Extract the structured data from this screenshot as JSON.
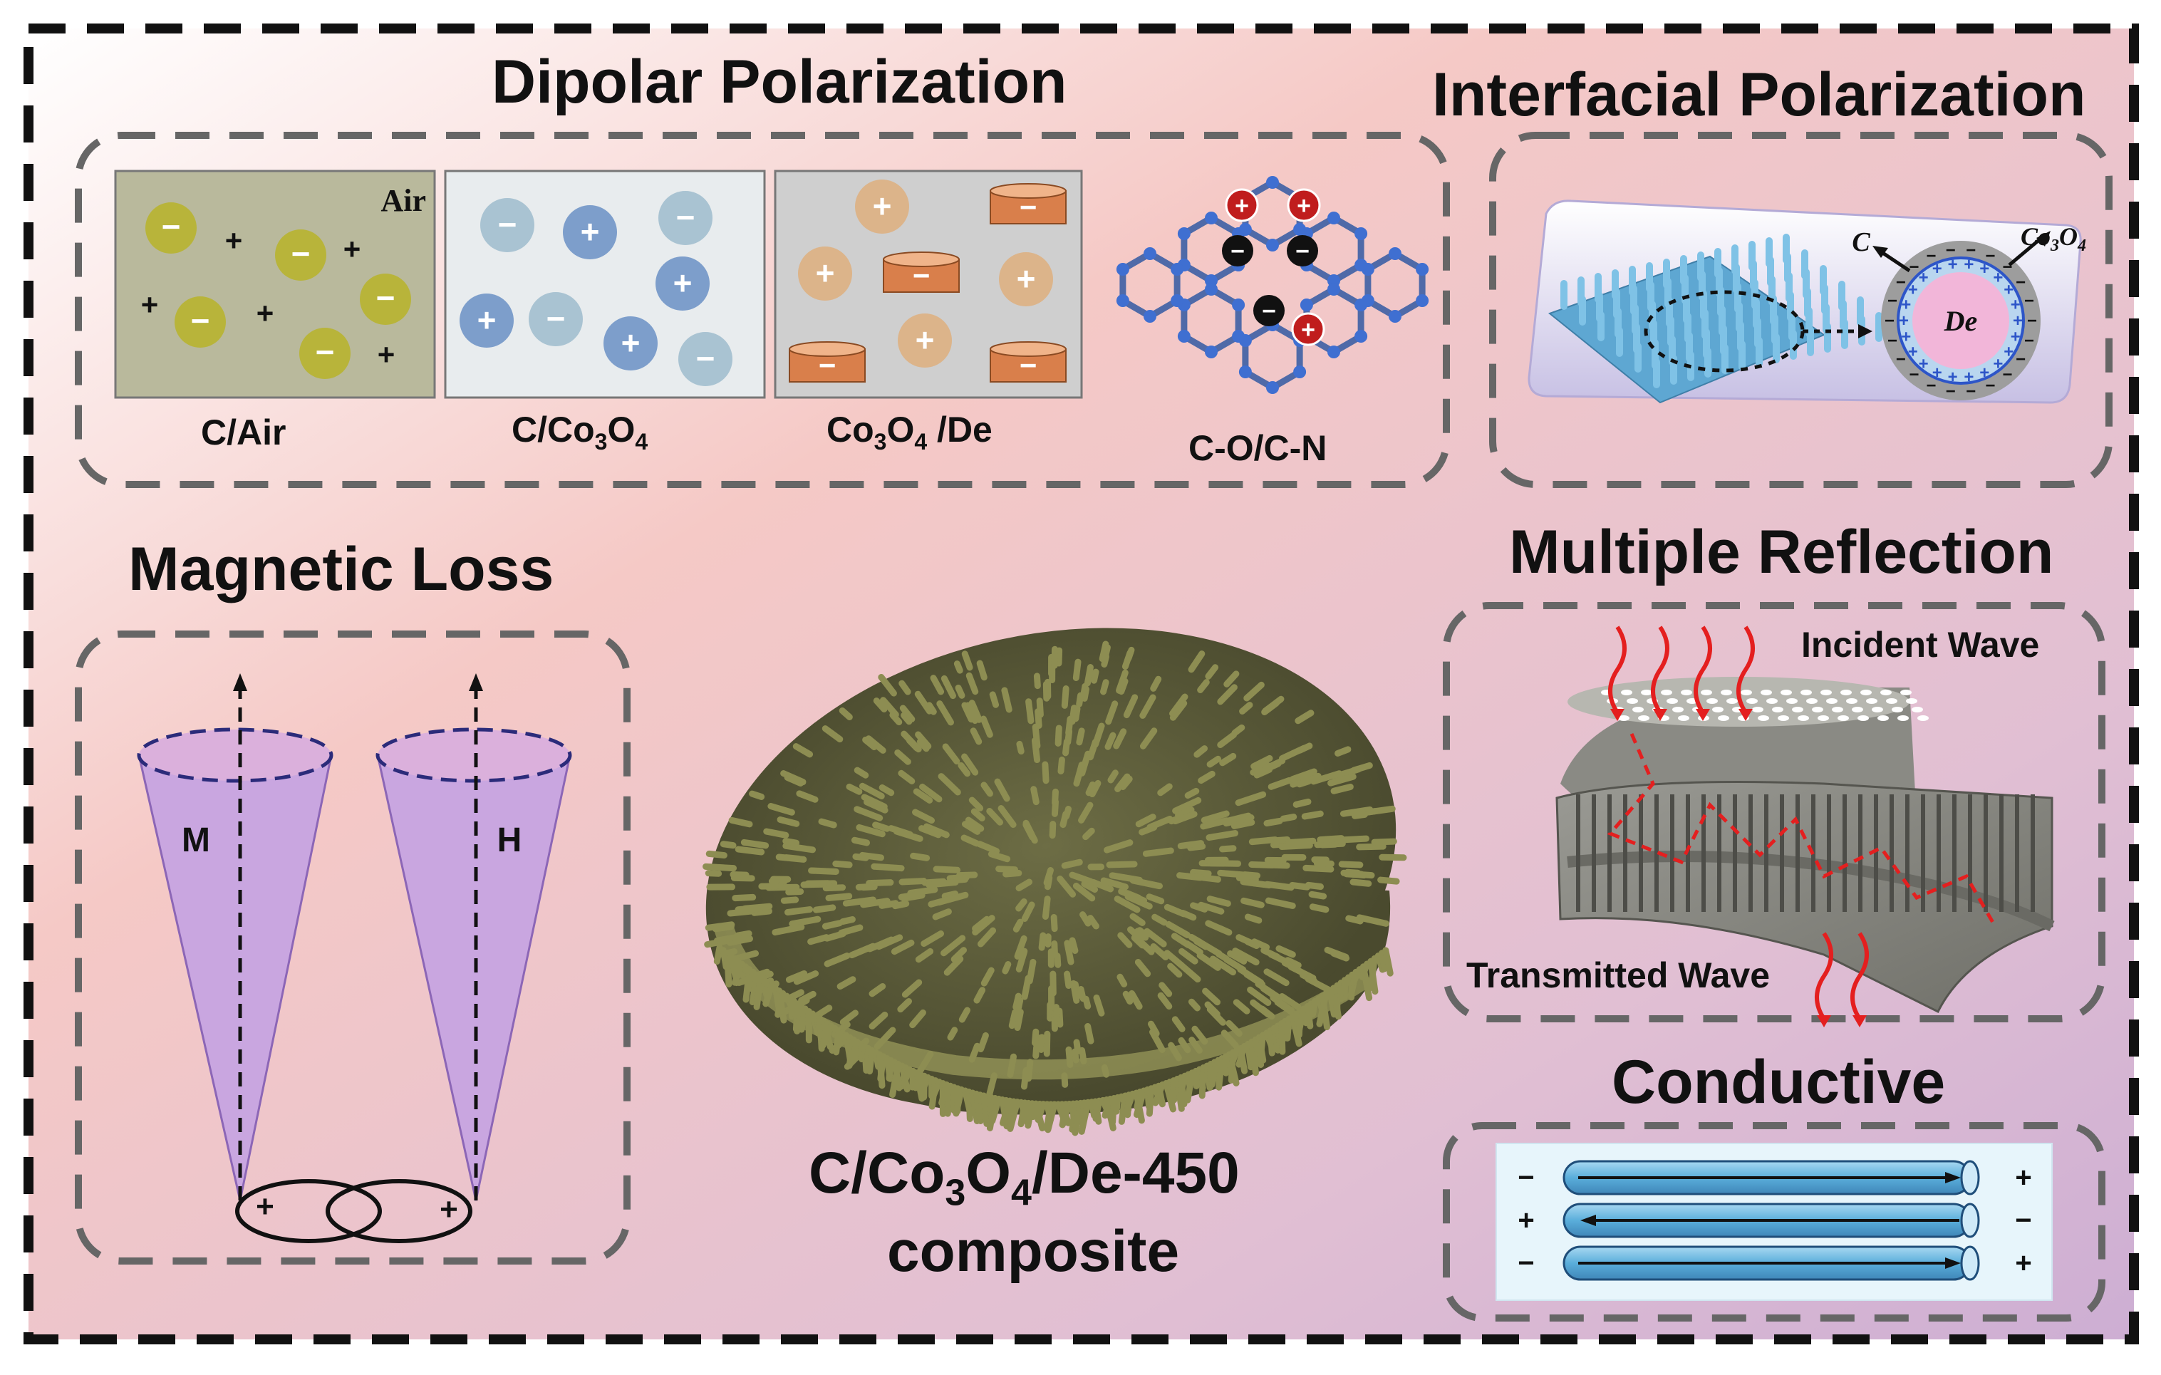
{
  "sections": {
    "dipolar": {
      "title": "Dipolar Polarization",
      "panels": [
        {
          "label": "C/Air",
          "corner_text": "Air"
        },
        {
          "label_main": "C/Co",
          "sub1": "3",
          "mid": "O",
          "sub2": "4"
        },
        {
          "label_main": "Co",
          "sub1": "3",
          "mid": "O",
          "sub2": "4",
          "tail": " /De"
        },
        {
          "label": "C-O/C-N"
        }
      ]
    },
    "interfacial": {
      "title": "Interfacial Polarization",
      "c_label": "C",
      "co3o4_label": {
        "main": "Co",
        "sub1": "3",
        "mid": "O",
        "sub2": "4"
      },
      "de_label": "De"
    },
    "magnetic": {
      "title": "Magnetic Loss",
      "cone_left": "M",
      "cone_right": "H"
    },
    "reflection": {
      "title": "Multiple Reflection",
      "incident": "Incident Wave",
      "transmitted": "Transmitted Wave"
    },
    "conductive": {
      "title": "Conductive"
    },
    "center": {
      "line1_main": "C/Co",
      "line1_sub1": "3",
      "line1_mid": "O",
      "line1_sub2": "4",
      "line1_tail": "/De-450",
      "line2": "composite"
    }
  },
  "symbols": {
    "plus": "+",
    "minus": "−"
  },
  "colors": {
    "frame": "#111111",
    "dash_box": "#666666",
    "olive": "#b8b43a",
    "olive_panel": "#b9b99c",
    "light_panel": "#e8ecee",
    "grey_panel": "#cfcfcf",
    "blue_particle": "#7d9ecb",
    "pale_blue": "#a9c3d2",
    "peach": "#dcb48a",
    "orange_disk": "#d97f4b",
    "cone": "#c9a6e0",
    "red_arrow": "#e41f1f",
    "rod_blue": "#5aaedb",
    "composite": "#58583a"
  }
}
